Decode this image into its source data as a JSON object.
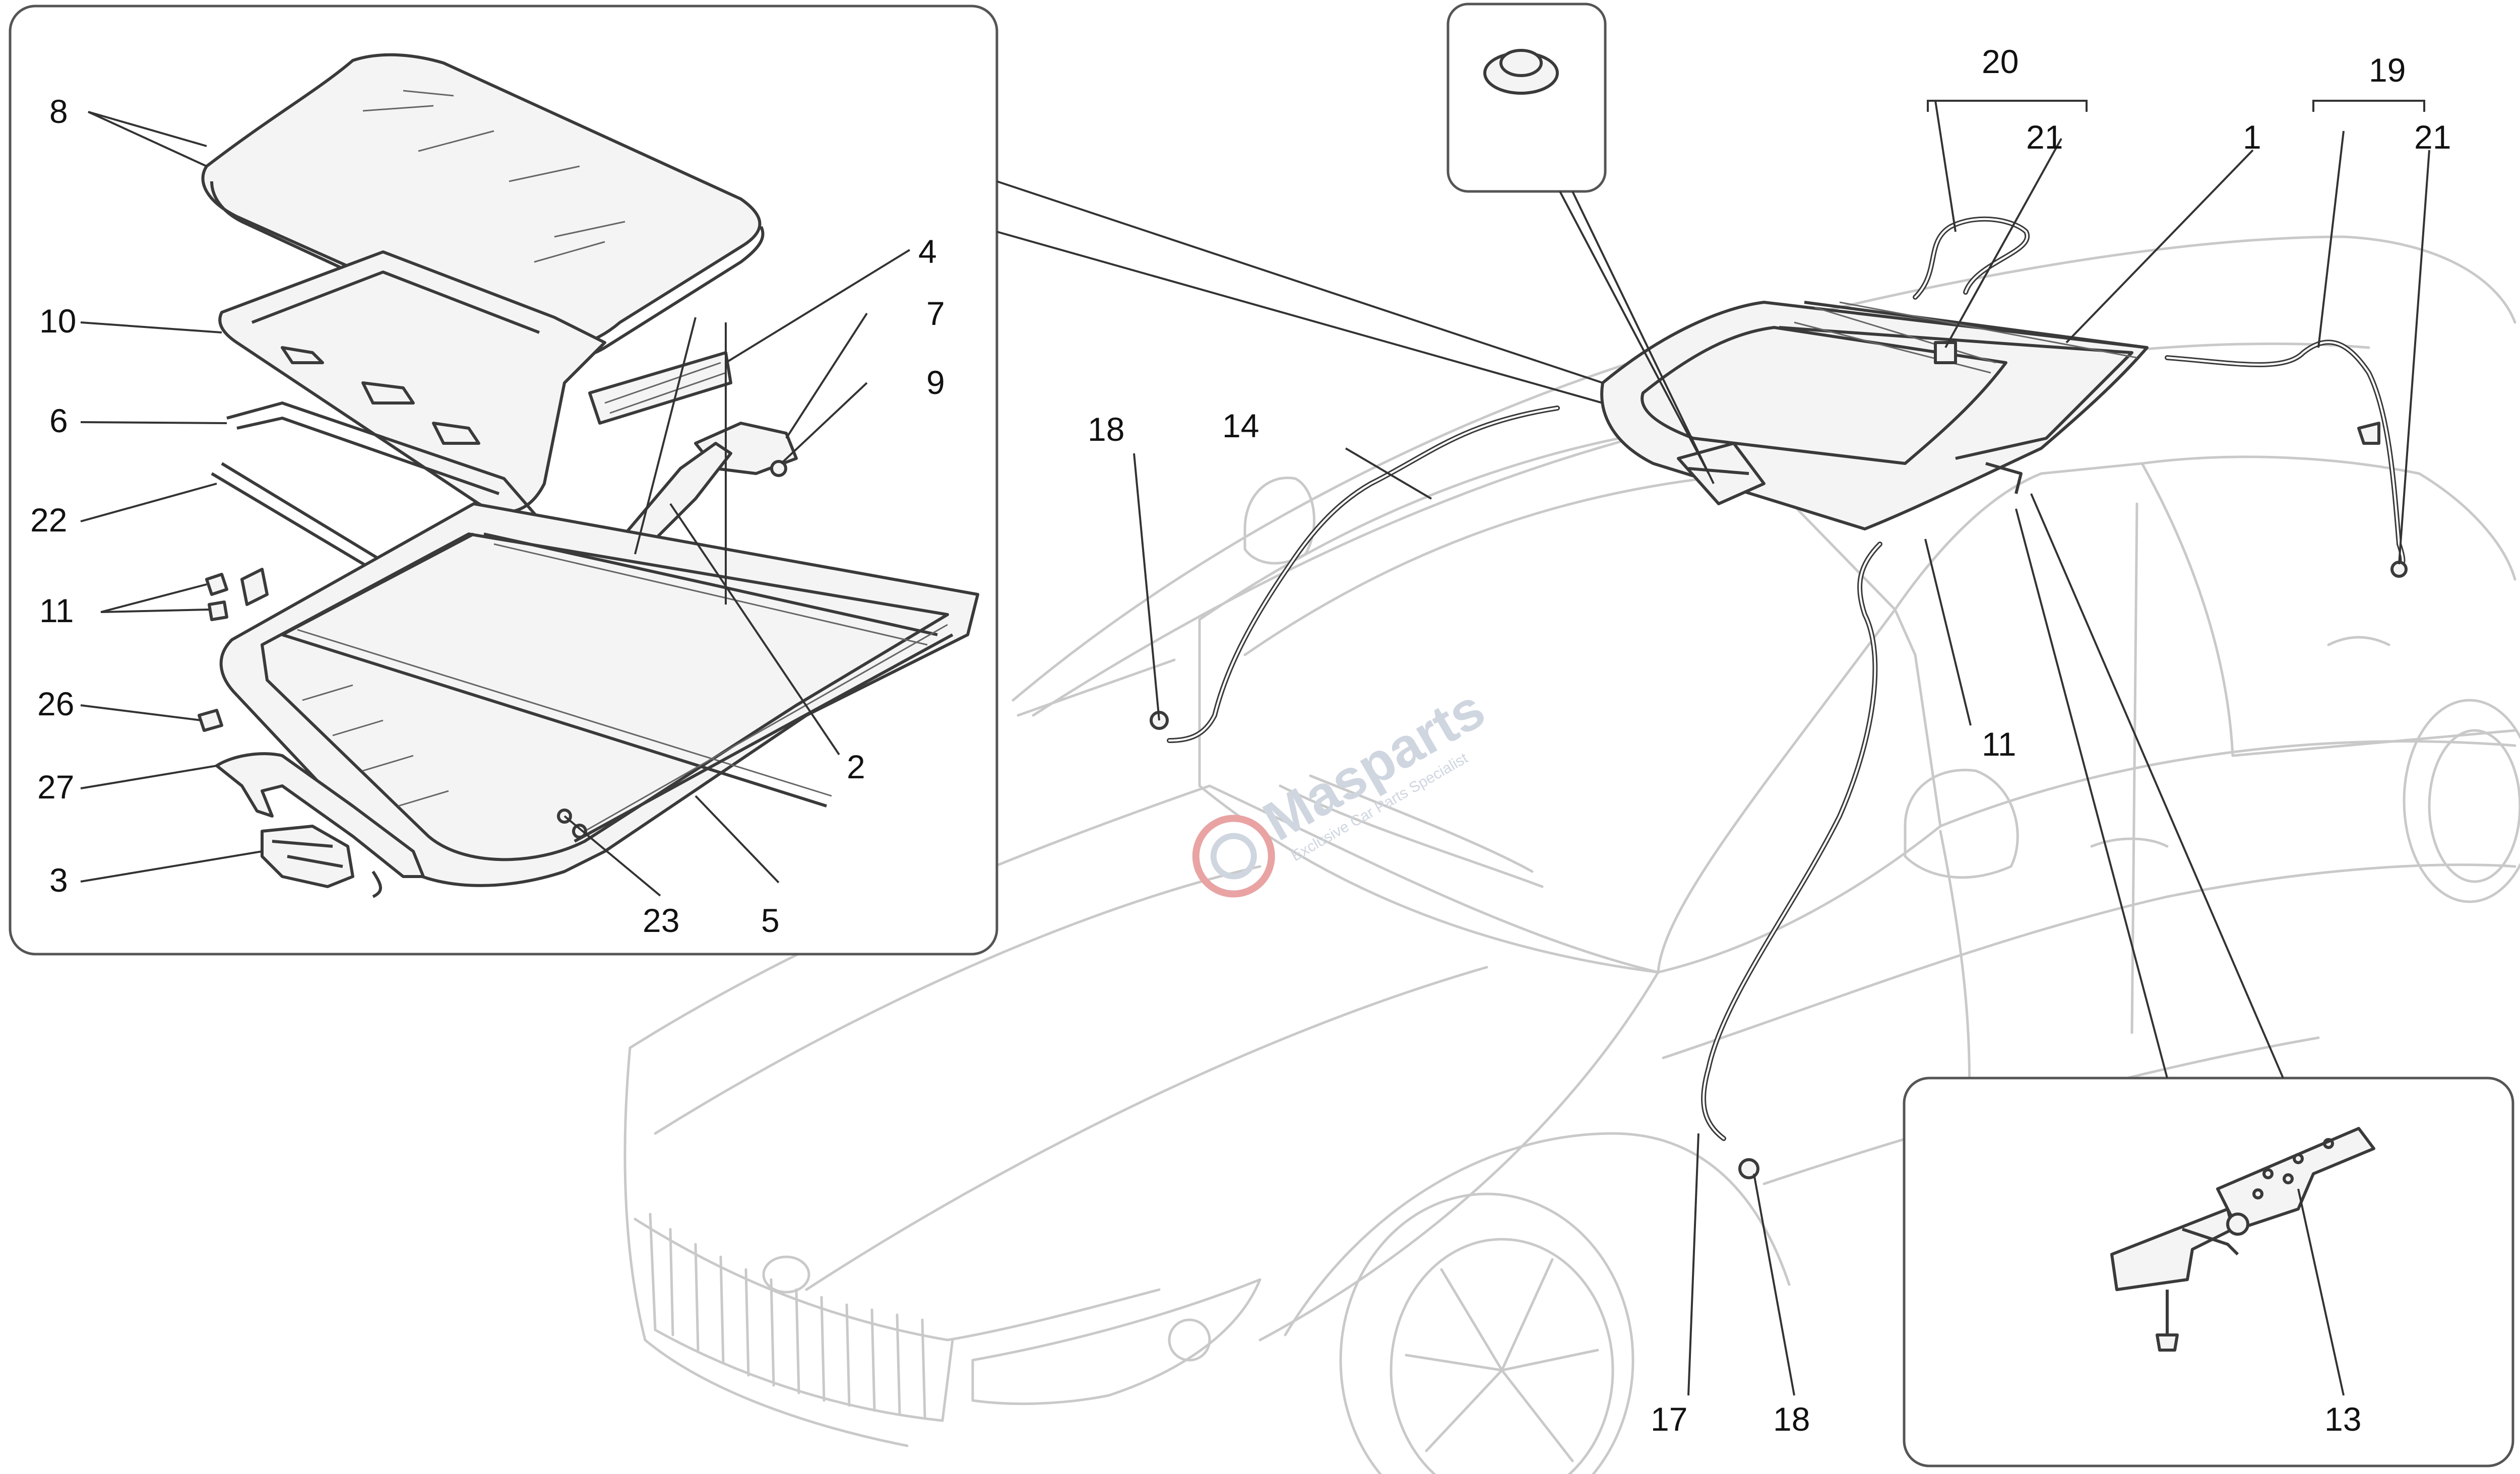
{
  "diagram": {
    "callouts": {
      "c1": "1",
      "c2": "2",
      "c3": "3",
      "c4": "4",
      "c5": "5",
      "c6": "6",
      "c7": "7",
      "c8": "8",
      "c9": "9",
      "c10": "10",
      "c11_left": "11",
      "c11_right": "11",
      "c13": "13",
      "c14": "14",
      "c17": "17",
      "c18_left": "18",
      "c18_right": "18",
      "c19": "19",
      "c20": "20",
      "c21_a": "21",
      "c21_b": "21",
      "c22": "22",
      "c23": "23",
      "c26": "26",
      "c27": "27"
    },
    "watermark": {
      "brand": "Masparts",
      "tagline": "Exclusive Car Parts Specialist"
    },
    "colors": {
      "line": "#3a3a3a",
      "car_outline": "#c9c9c9",
      "watermark": "#cfd6e0",
      "watermark_accent": "#e9a3a3"
    }
  }
}
